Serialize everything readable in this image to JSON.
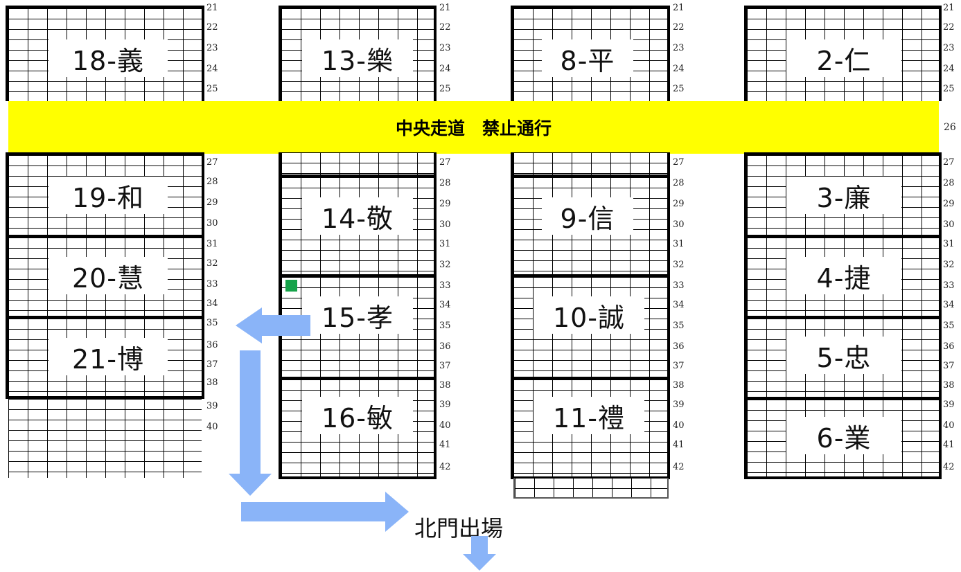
{
  "aisle": {
    "text": "中央走道　禁止通行",
    "color": "#ffff00",
    "row_number": "26"
  },
  "sections": {
    "s18": "18-義",
    "s13": "13-樂",
    "s8": "8-平",
    "s2": "2-仁",
    "s19": "19-和",
    "s20": "20-慧",
    "s21": "21-博",
    "s14": "14-敬",
    "s15": "15-孝",
    "s16": "16-敏",
    "s9": "9-信",
    "s10": "10-誠",
    "s11": "11-禮",
    "s3": "3-廉",
    "s4": "4-捷",
    "s5": "5-忠",
    "s6": "6-業"
  },
  "row_numbers": {
    "top": [
      "21",
      "22",
      "23",
      "24",
      "25"
    ],
    "col1_bottom": [
      "27",
      "28",
      "29",
      "30",
      "31",
      "32",
      "33",
      "34",
      "35",
      "36",
      "37",
      "38",
      "39",
      "40"
    ],
    "bottom": [
      "27",
      "28",
      "29",
      "30",
      "31",
      "32",
      "33",
      "34",
      "35",
      "36",
      "37",
      "38",
      "39",
      "40",
      "41",
      "42"
    ]
  },
  "exit": {
    "label": "北門出場"
  },
  "colors": {
    "arrow": "#8ab4f8",
    "marker": "#16a34a"
  }
}
